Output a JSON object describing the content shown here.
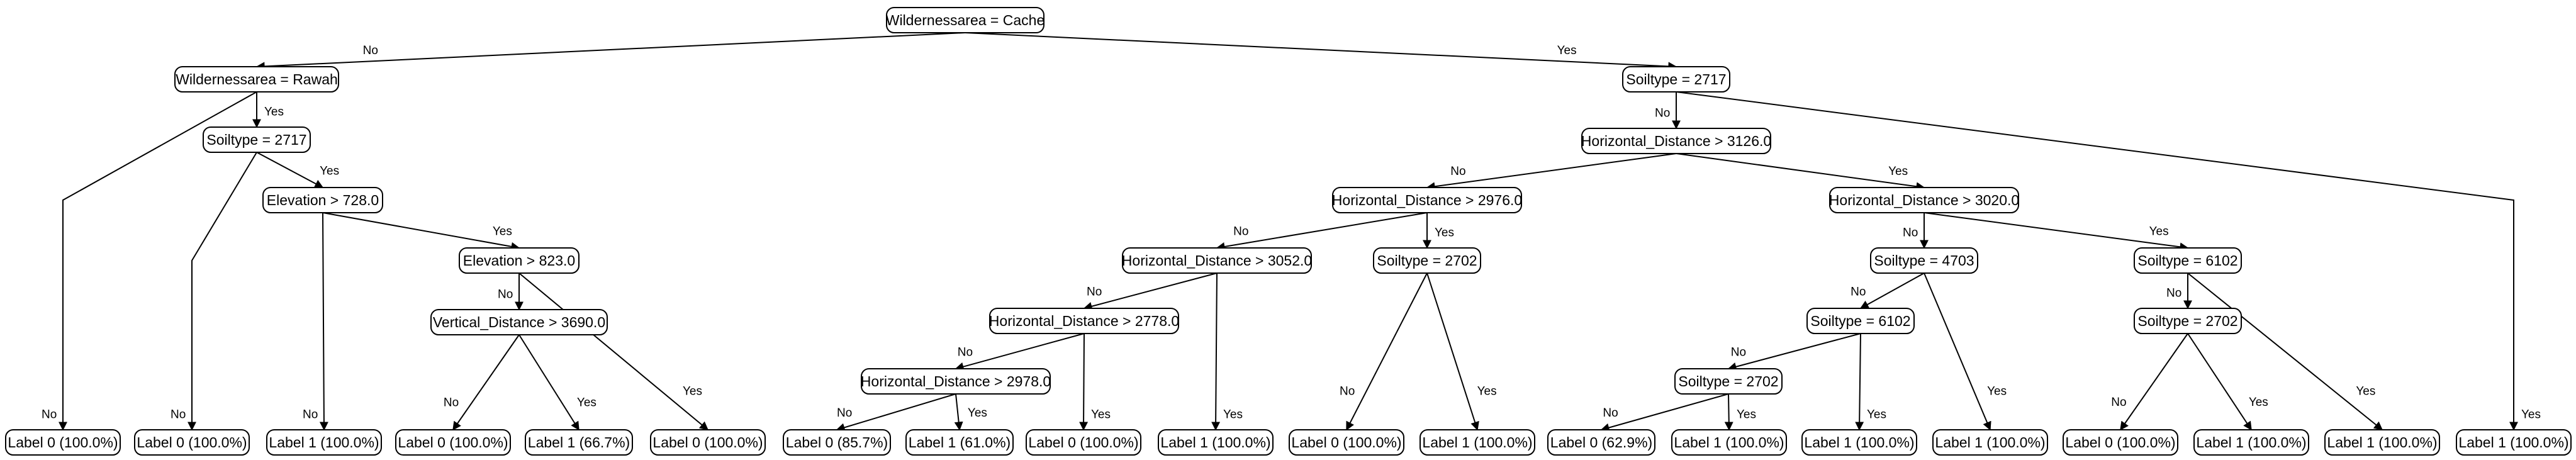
{
  "tree": {
    "nodes": [
      {
        "id": "n0",
        "text": "Wildernessarea = Cache"
      },
      {
        "id": "n1",
        "text": "Wildernessarea = Rawah"
      },
      {
        "id": "n2",
        "text": "Soiltype = 2717"
      },
      {
        "id": "n3",
        "text": "Elevation > 728.0"
      },
      {
        "id": "n4",
        "text": "Elevation > 823.0"
      },
      {
        "id": "n5",
        "text": "Vertical_Distance > 3690.0"
      },
      {
        "id": "n6",
        "text": "Soiltype = 2717"
      },
      {
        "id": "n7",
        "text": "Horizontal_Distance > 3126.0"
      },
      {
        "id": "n8",
        "text": "Horizontal_Distance > 2976.0"
      },
      {
        "id": "n9",
        "text": "Horizontal_Distance > 3052.0"
      },
      {
        "id": "n10",
        "text": "Horizontal_Distance > 2778.0"
      },
      {
        "id": "n11",
        "text": "Horizontal_Distance > 2978.0"
      },
      {
        "id": "n12",
        "text": "Soiltype = 2702"
      },
      {
        "id": "n13",
        "text": "Horizontal_Distance > 3020.0"
      },
      {
        "id": "n14",
        "text": "Soiltype = 4703"
      },
      {
        "id": "n15",
        "text": "Soiltype = 6102"
      },
      {
        "id": "n16",
        "text": "Soiltype = 2702"
      },
      {
        "id": "n17",
        "text": "Soiltype = 6102"
      },
      {
        "id": "n18",
        "text": "Soiltype = 2702"
      },
      {
        "id": "L0",
        "text": "Label 0 (100.0%)"
      },
      {
        "id": "L1",
        "text": "Label 0 (100.0%)"
      },
      {
        "id": "L2",
        "text": "Label 1 (100.0%)"
      },
      {
        "id": "L3",
        "text": "Label 0 (100.0%)"
      },
      {
        "id": "L4",
        "text": "Label 1 (66.7%)"
      },
      {
        "id": "L5",
        "text": "Label 0 (100.0%)"
      },
      {
        "id": "L6",
        "text": "Label 0 (85.7%)"
      },
      {
        "id": "L7",
        "text": "Label 1 (61.0%)"
      },
      {
        "id": "L8",
        "text": "Label 0 (100.0%)"
      },
      {
        "id": "L9",
        "text": "Label 1 (100.0%)"
      },
      {
        "id": "L10",
        "text": "Label 0 (100.0%)"
      },
      {
        "id": "L11",
        "text": "Label 1 (100.0%)"
      },
      {
        "id": "L12",
        "text": "Label 0 (62.9%)"
      },
      {
        "id": "L13",
        "text": "Label 1 (100.0%)"
      },
      {
        "id": "L14",
        "text": "Label 1 (100.0%)"
      },
      {
        "id": "L15",
        "text": "Label 1 (100.0%)"
      },
      {
        "id": "L16",
        "text": "Label 0 (100.0%)"
      },
      {
        "id": "L17",
        "text": "Label 1 (100.0%)"
      },
      {
        "id": "L18",
        "text": "Label 1 (100.0%)"
      },
      {
        "id": "L19",
        "text": "Label 1 (100.0%)"
      }
    ],
    "edges": [
      {
        "from": "n0",
        "to": "n1",
        "label": "No"
      },
      {
        "from": "n0",
        "to": "n6",
        "label": "Yes"
      },
      {
        "from": "n1",
        "to": "L0",
        "label": "No"
      },
      {
        "from": "n1",
        "to": "n2",
        "label": "Yes"
      },
      {
        "from": "n2",
        "to": "L1",
        "label": "No"
      },
      {
        "from": "n2",
        "to": "n3",
        "label": "Yes"
      },
      {
        "from": "n3",
        "to": "L2",
        "label": "No"
      },
      {
        "from": "n3",
        "to": "n4",
        "label": "Yes"
      },
      {
        "from": "n4",
        "to": "n5",
        "label": "No"
      },
      {
        "from": "n4",
        "to": "L5",
        "label": "Yes"
      },
      {
        "from": "n5",
        "to": "L3",
        "label": "No"
      },
      {
        "from": "n5",
        "to": "L4",
        "label": "Yes"
      },
      {
        "from": "n6",
        "to": "n7",
        "label": "No"
      },
      {
        "from": "n6",
        "to": "L19",
        "label": "Yes"
      },
      {
        "from": "n7",
        "to": "n8",
        "label": "No"
      },
      {
        "from": "n7",
        "to": "n13",
        "label": "Yes"
      },
      {
        "from": "n8",
        "to": "n9",
        "label": "No"
      },
      {
        "from": "n8",
        "to": "n12",
        "label": "Yes"
      },
      {
        "from": "n9",
        "to": "n10",
        "label": "No"
      },
      {
        "from": "n9",
        "to": "L9",
        "label": "Yes"
      },
      {
        "from": "n10",
        "to": "n11",
        "label": "No"
      },
      {
        "from": "n10",
        "to": "L8",
        "label": "Yes"
      },
      {
        "from": "n11",
        "to": "L6",
        "label": "No"
      },
      {
        "from": "n11",
        "to": "L7",
        "label": "Yes"
      },
      {
        "from": "n12",
        "to": "L10",
        "label": "No"
      },
      {
        "from": "n12",
        "to": "L11",
        "label": "Yes"
      },
      {
        "from": "n13",
        "to": "n14",
        "label": "No"
      },
      {
        "from": "n13",
        "to": "n17",
        "label": "Yes"
      },
      {
        "from": "n14",
        "to": "n15",
        "label": "No"
      },
      {
        "from": "n14",
        "to": "L15",
        "label": "Yes"
      },
      {
        "from": "n15",
        "to": "n16",
        "label": "No"
      },
      {
        "from": "n15",
        "to": "L14",
        "label": "Yes"
      },
      {
        "from": "n16",
        "to": "L12",
        "label": "No"
      },
      {
        "from": "n16",
        "to": "L13",
        "label": "Yes"
      },
      {
        "from": "n17",
        "to": "n18",
        "label": "No"
      },
      {
        "from": "n17",
        "to": "L18",
        "label": "Yes"
      },
      {
        "from": "n18",
        "to": "L16",
        "label": "No"
      },
      {
        "from": "n18",
        "to": "L17",
        "label": "Yes"
      }
    ]
  }
}
